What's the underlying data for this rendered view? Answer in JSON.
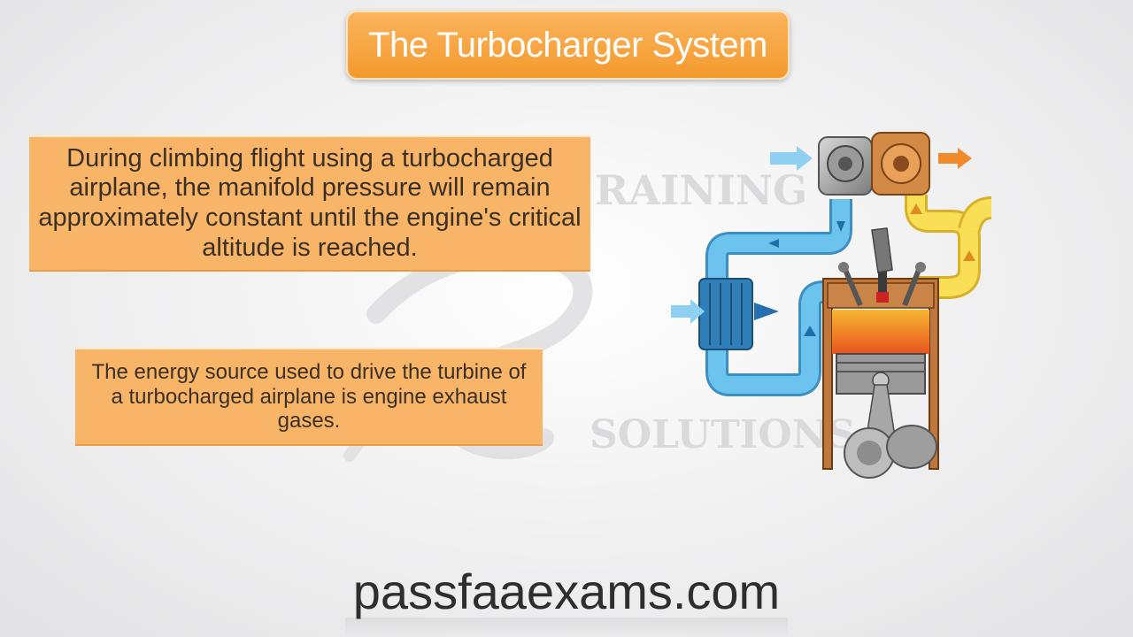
{
  "title": "The Turbocharger System",
  "box1_text": "During climbing flight using a turbocharged airplane, the manifold pressure will remain approximately constant until the engine's critical altitude is reached.",
  "box2_text": "The energy source used to drive the turbine of a turbocharged airplane is engine exhaust gases.",
  "watermark": {
    "top_word": "RAINING",
    "bottom_word": "SOLUTIONS"
  },
  "footer_url": "passfaaexams.com",
  "colors": {
    "accent_orange": "#f49a2e",
    "box_orange": "#f8b467",
    "intake_blue": "#5bb8e6",
    "exhaust_yellow": "#f6d23e",
    "engine_brown": "#c0773c"
  }
}
